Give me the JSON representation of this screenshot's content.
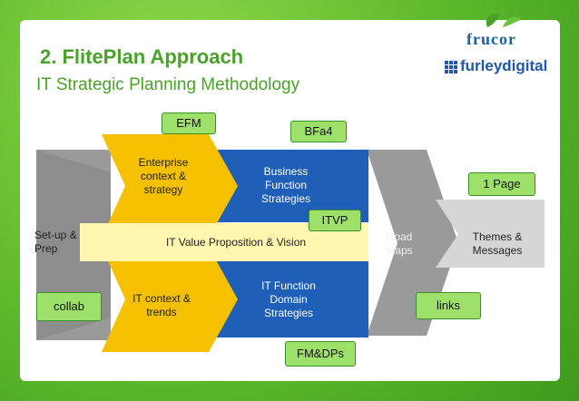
{
  "slide": {
    "title": "2. FlitePlan Approach",
    "subtitle": "IT Strategic Planning Methodology"
  },
  "logos": {
    "frucor": "frucor",
    "furley": "furleydigital"
  },
  "diagram": {
    "setup": "Set-up & Prep",
    "enterprise": "Enterprise context & strategy",
    "business": "Business Function Strategies",
    "value_prop": "IT Value Proposition & Vision",
    "it_context": "IT context & trends",
    "it_function": "IT Function Domain Strategies",
    "road_maps": "Road Maps",
    "themes": "Themes & Messages"
  },
  "callouts": {
    "efm": "EFM",
    "bfa4": "BFa4",
    "itvp": "ITVP",
    "one_page": "1 Page",
    "collab": "collab",
    "links": "links",
    "fmdps": "FM&DPs"
  },
  "colors": {
    "green_title": "#4aa22a",
    "gold": "#f5c000",
    "blue": "#1f5fb8",
    "grey": "#9a9a9a",
    "light_yellow": "#fff7b0",
    "callout": "#9de06a"
  }
}
